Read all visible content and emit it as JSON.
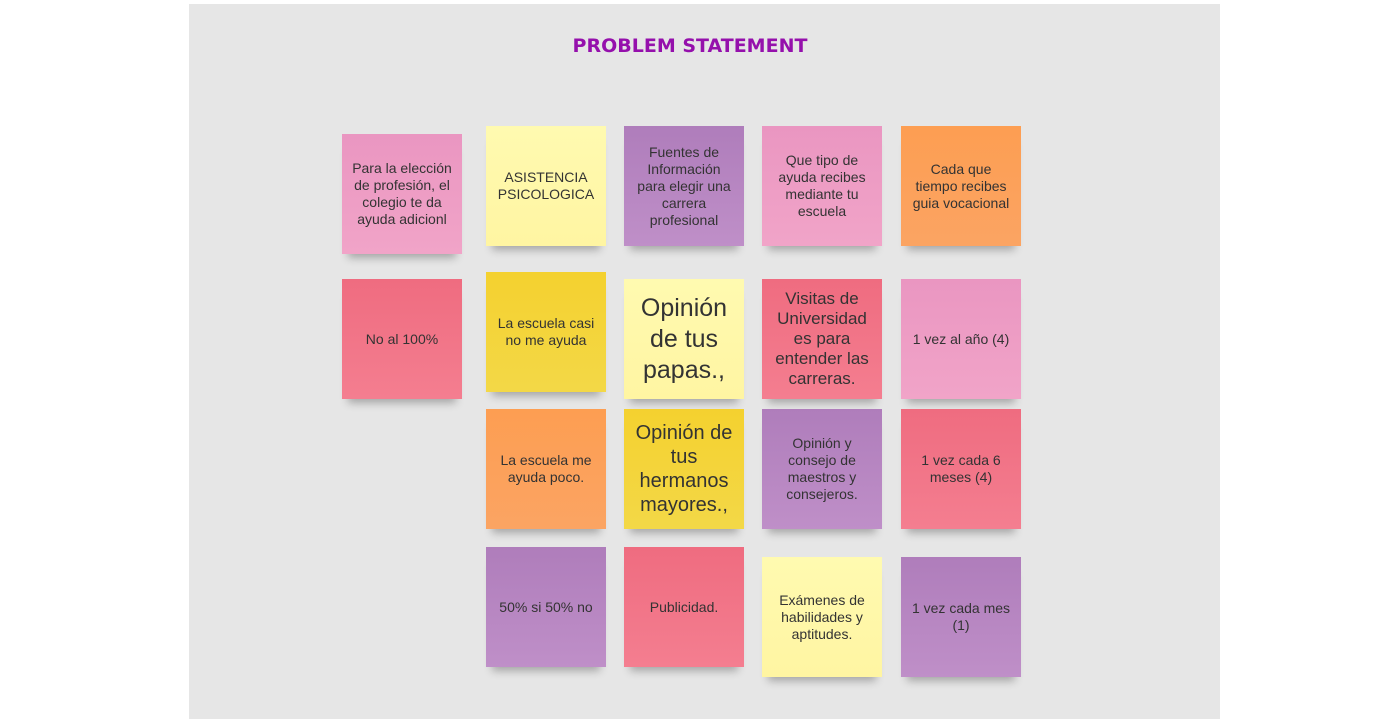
{
  "board": {
    "title": "PROBLEM STATEMENT",
    "title_color": "#9510ac",
    "background": "#e6e6e6"
  },
  "notes": [
    {
      "text": "Para la elección de profesión, el colegio te da ayuda adicionl",
      "color": "pink"
    },
    {
      "text": "ASISTENCIA PSICOLOGICA",
      "color": "yellow"
    },
    {
      "text": "Fuentes de Información para elegir una carrera profesional",
      "color": "purple"
    },
    {
      "text": "Que tipo de ayuda recibes mediante tu escuela",
      "color": "pink"
    },
    {
      "text": "Cada que tiempo recibes guia vocacional",
      "color": "orange"
    },
    {
      "text": "No al 100%",
      "color": "red"
    },
    {
      "text": "La escuela casi no me ayuda",
      "color": "gold"
    },
    {
      "text": "Opinión de tus papas.,",
      "color": "yellow"
    },
    {
      "text": "Visitas de Universidad es para entender las carreras.",
      "color": "red"
    },
    {
      "text": "1 vez al año (4)",
      "color": "pink"
    },
    {
      "text": "La escuela me ayuda poco.",
      "color": "orange"
    },
    {
      "text": "Opinión de tus hermanos mayores.,",
      "color": "gold"
    },
    {
      "text": "Opinión y consejo de maestros y consejeros.",
      "color": "purple"
    },
    {
      "text": "1 vez cada 6 meses (4)",
      "color": "red"
    },
    {
      "text": "50% si 50% no",
      "color": "purple"
    },
    {
      "text": "Publicidad.",
      "color": "red"
    },
    {
      "text": "Exámenes de habilidades y aptitudes.",
      "color": "yellow"
    },
    {
      "text": "1 vez cada mes (1)",
      "color": "purple"
    }
  ],
  "palette": {
    "pink": "#ee9dc5",
    "yellow": "#fff8a8",
    "purple": "#b685c1",
    "orange": "#fca05a",
    "red": "#f07386",
    "gold": "#f4d43a"
  }
}
